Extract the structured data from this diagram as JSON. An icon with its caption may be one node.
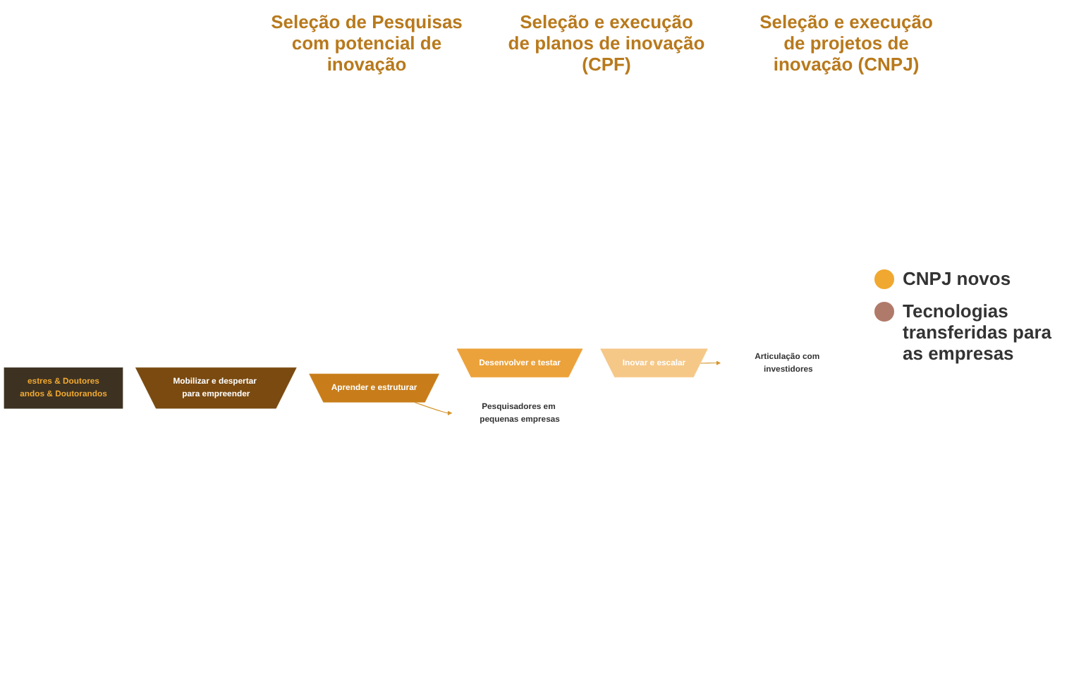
{
  "diagram": {
    "nodes": [
      {
        "text": [
          "estres & Doutores",
          "andos & Doutorandos"
        ]
      },
      {
        "text": [
          "Mobilizar e despertar para empreender"
        ]
      },
      {
        "text": [
          "Aprender e estruturar"
        ]
      },
      {
        "text": [
          "Desenvolver e testar"
        ]
      },
      {
        "text": [
          "Inovar e escalar"
        ]
      },
      {
        "text": [
          "Pesquisadores em pequenas empresas"
        ]
      },
      {
        "text": [
          "Articulação com investidores"
        ]
      }
    ],
    "edges": [
      {
        "from": 2,
        "to": 5,
        "arrow": "to"
      },
      {
        "from": 4,
        "to": 6,
        "arrow": "to"
      }
    ],
    "labels": [
      "Seleção de Pesquisas com potencial de inovação",
      "Seleção e execução de planos de inovação (CPF)",
      "Seleção e execução de projetos de inovação (CNPJ)"
    ],
    "legend": [
      {
        "text": "CNPJ novos",
        "color": "#f0a830"
      },
      {
        "text": "Tecnologias transferidas para as empresas",
        "color": "#b07a6a"
      }
    ]
  }
}
